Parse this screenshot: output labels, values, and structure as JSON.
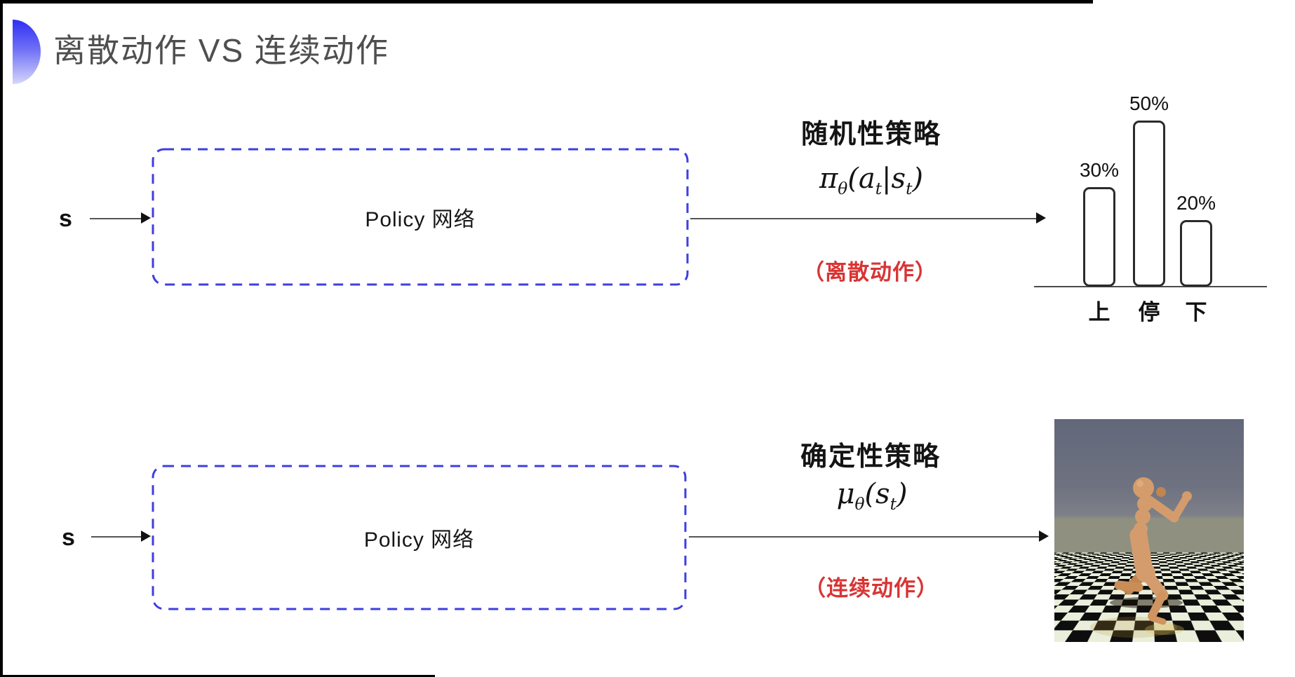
{
  "slide": {
    "title": "离散动作 VS 连续动作"
  },
  "colors": {
    "box_dash_blue": "#3e3ee0",
    "note_red": "#d93434",
    "title_gray": "#4f4f4f",
    "ink_black": "#1c1c1c",
    "bullet_gradient_top": "#2f2ff2",
    "bullet_gradient_bottom": "#d6d6fb",
    "scene_sky": "#6e7280",
    "floor_light": "#e9efdb",
    "floor_dark": "#0e0e0e",
    "humanoid_skin": "#d49c6c"
  },
  "stochastic_row": {
    "input_label": "s",
    "box_label": "Policy 网络",
    "policy_type": "随机性策略",
    "formula": {
      "lead": "π",
      "lead_sub": "θ",
      "open": "(",
      "arg1": "a",
      "arg1_sub": "t",
      "bar": "|",
      "arg2": "s",
      "arg2_sub": "t",
      "close": ")"
    },
    "action_note": "（离散动作）"
  },
  "deterministic_row": {
    "input_label": "s",
    "box_label": "Policy 网络",
    "policy_type": "确定性策略",
    "formula": {
      "lead": "μ",
      "lead_sub": "θ",
      "open": "(",
      "arg1": "s",
      "arg1_sub": "t",
      "close": ")"
    },
    "action_note": "（连续动作）"
  },
  "chart_data": {
    "type": "bar",
    "categories": [
      "上",
      "停",
      "下"
    ],
    "values": [
      30,
      50,
      20
    ],
    "value_labels": [
      "30%",
      "50%",
      "20%"
    ],
    "title": "",
    "xlabel": "",
    "ylabel": "",
    "ylim": [
      0,
      55
    ],
    "grid": false,
    "legend": false,
    "bar_fill": "#ffffff",
    "bar_stroke": "#2b2b2b"
  }
}
